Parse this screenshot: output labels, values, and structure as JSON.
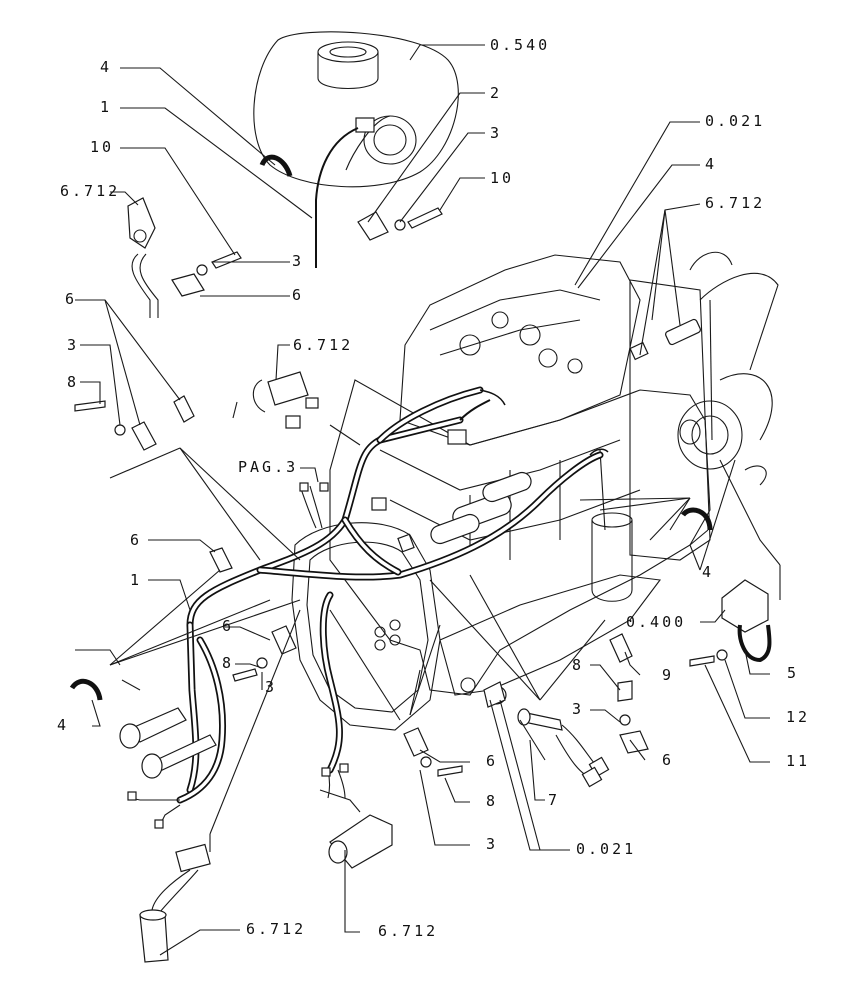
{
  "labels": [
    "0.540",
    "2",
    "3",
    "10",
    "4",
    "1",
    "10",
    "6.712",
    "3",
    "6",
    "0.021",
    "4",
    "6.712",
    "6.712",
    "6",
    "3",
    "8",
    "PAG.3",
    "6",
    "1",
    "6",
    "8",
    "3",
    "4",
    "4",
    "0.400",
    "5",
    "12",
    "11",
    "8",
    "9",
    "3",
    "6",
    "6",
    "8",
    "7",
    "3",
    "0.021",
    "6.712",
    "6.712"
  ]
}
